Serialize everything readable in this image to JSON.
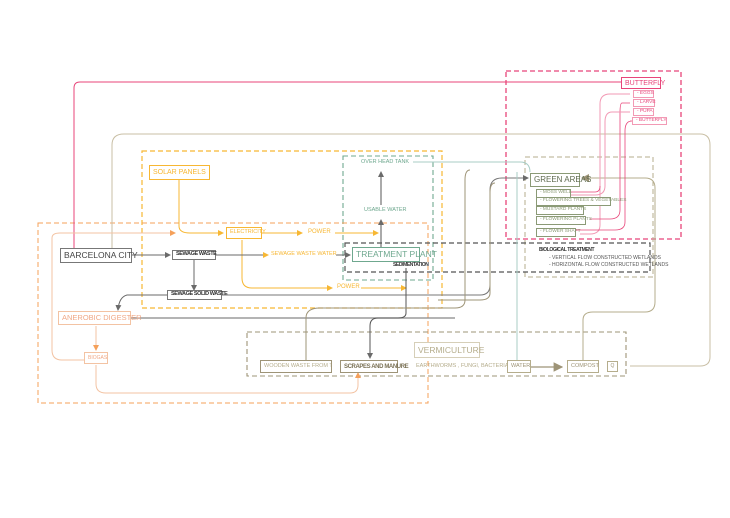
{
  "colors": {
    "pink": "#e8457a",
    "pink_light": "#f29ab5",
    "orange": "#f5a05a",
    "peach": "#f3c3a3",
    "yellow": "#f7b733",
    "teal": "#6fa88f",
    "teal_light": "#a8cdc6",
    "olive": "#9e9477",
    "khaki": "#b5ad8c",
    "gray": "#6a6a6a",
    "dark": "#333333",
    "sage": "#8b9a76"
  },
  "nodes": {
    "barcelona_city": "BARCELONA CITY",
    "sewage_waste": "SEWAGE WASTE",
    "sewage_solid_waste": "SEWAGE SOLID WASTE",
    "solar_panels": "SOLAR PANELS",
    "electricity": "ELECTRICITY",
    "power_top": "POWER",
    "power_bottom": "POWER",
    "sewage_waste_water": "SEWAGE WASTE WATER",
    "treatment_plant": "TREATMENT PLANT",
    "sedimentation": "SEDIMENTATION",
    "overhead_tank": "OVER HEAD TANK",
    "usable_water": "USABLE WATER",
    "anerobic_digester": "ANEROBIC DIGESTER",
    "biogas": "BIOGAS",
    "vermiculture": "VERMICULTURE",
    "wooden_waste": "WOODEN WASTE FROM TREES",
    "scrapes_manure": "SCRAPES AND MANURE",
    "earthworms": "EARTHWORMS , FUNGI, BACTERIA",
    "water": "WATER",
    "compost": "COMPOST",
    "compost_icon": "Q",
    "green_areas": "GREEN AREAS",
    "green_items": [
      "- MOSS WELL",
      "- FLOWERING TREES & VEGETABLES",
      "- MUSTARD PLANTS",
      "- FLOWERING PLANTS",
      "- FLOWER SHAFT"
    ],
    "biological_treatment": {
      "title": "BIOLOGICAL TREATMENT",
      "items": [
        "- VERTICAL FLOW CONSTRUCTED WETLANDS",
        "- HORIZONTAL FLOW CONSTRUCTED WETLANDS"
      ]
    },
    "butterfly": "BUTTERFLY",
    "butterfly_stages": [
      "- EGGS",
      "- LARVE",
      "- PUPA",
      "- BUTTERFLY"
    ]
  }
}
